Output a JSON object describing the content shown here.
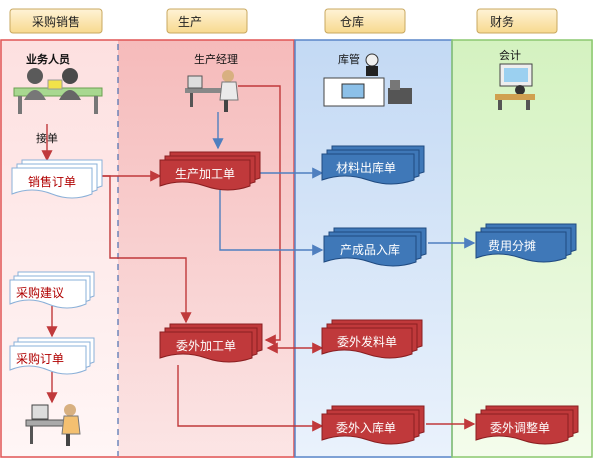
{
  "header": {
    "tabs": [
      "采购销售",
      "生产",
      "仓库",
      "财务"
    ]
  },
  "roles": {
    "sales": "业务人员",
    "production": "生产经理",
    "warehouse": "库管",
    "finance": "会计"
  },
  "labels": {
    "receive_order": "接单"
  },
  "docs": {
    "sales_order": "销售订单",
    "purchase_suggestion": "采购建议",
    "purchase_order": "采购订单",
    "production_work_order": "生产加工单",
    "outsourcing_work_order": "委外加工单",
    "material_out": "材料出库单",
    "product_in": "产成品入库",
    "expense_allocation": "费用分摊",
    "outsourcing_issue": "委外发料单",
    "outsourcing_in": "委外入库单",
    "outsourcing_adjust": "委外调整单"
  },
  "colors": {
    "sales_bg": "#fff0f0",
    "production_bg": "#f8c8c8",
    "warehouse_bg": "#d6e6f8",
    "finance_bg": "#e8f8dc",
    "red_doc": "#c0393b",
    "blue_doc": "#3f78b8",
    "header_tab": "#fde8bc"
  }
}
